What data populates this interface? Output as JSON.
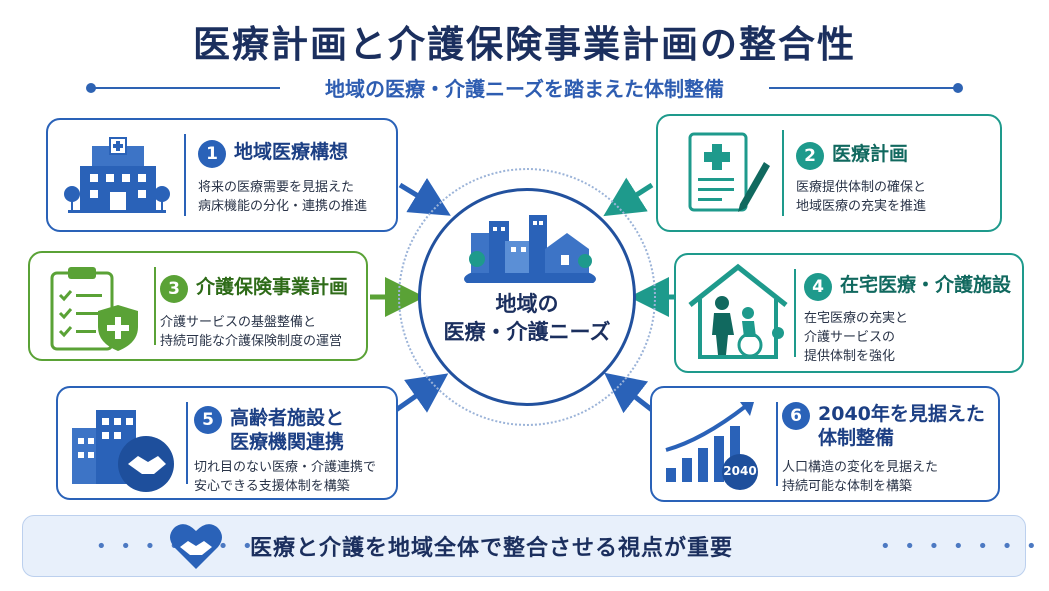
{
  "title": "医療計画と介護保険事業計画の整合性",
  "subtitle": "地域の医療・介護ニーズを踏まえた体制整備",
  "center": {
    "line1": "地域の",
    "line2": "医療・介護ニーズ"
  },
  "cards": [
    {
      "num": "1",
      "title": "地域医療構想",
      "title2": "",
      "desc1": "将来の医療需要を見据えた",
      "desc2": "病床機能の分化・連携の推進",
      "desc3": ""
    },
    {
      "num": "2",
      "title": "医療計画",
      "title2": "",
      "desc1": "医療提供体制の確保と",
      "desc2": "地域医療の充実を推進",
      "desc3": ""
    },
    {
      "num": "3",
      "title": "介護保険事業計画",
      "title2": "",
      "desc1": "介護サービスの基盤整備と",
      "desc2": "持続可能な介護保険制度の運営",
      "desc3": ""
    },
    {
      "num": "4",
      "title": "在宅医療・介護施設",
      "title2": "",
      "desc1": "在宅医療の充実と",
      "desc2": "介護サービスの",
      "desc3": "提供体制を強化"
    },
    {
      "num": "5",
      "title": "高齢者施設と",
      "title2": "医療機関連携",
      "desc1": "切れ目のない医療・介護連携で",
      "desc2": "安心できる支援体制を構築",
      "desc3": ""
    },
    {
      "num": "6",
      "title": "2040年を見据えた",
      "title2": "体制整備",
      "desc1": "人口構造の変化を見据えた",
      "desc2": "持続可能な体制を構築",
      "desc3": ""
    }
  ],
  "chart_icon_label": "2040",
  "bottom_message": "医療と介護を地域全体で整合させる視点が重要",
  "colors": {
    "navy": "#1b2f5e",
    "blue": "#2a62b8",
    "teal": "#1e9a8c",
    "green": "#5aa236"
  }
}
